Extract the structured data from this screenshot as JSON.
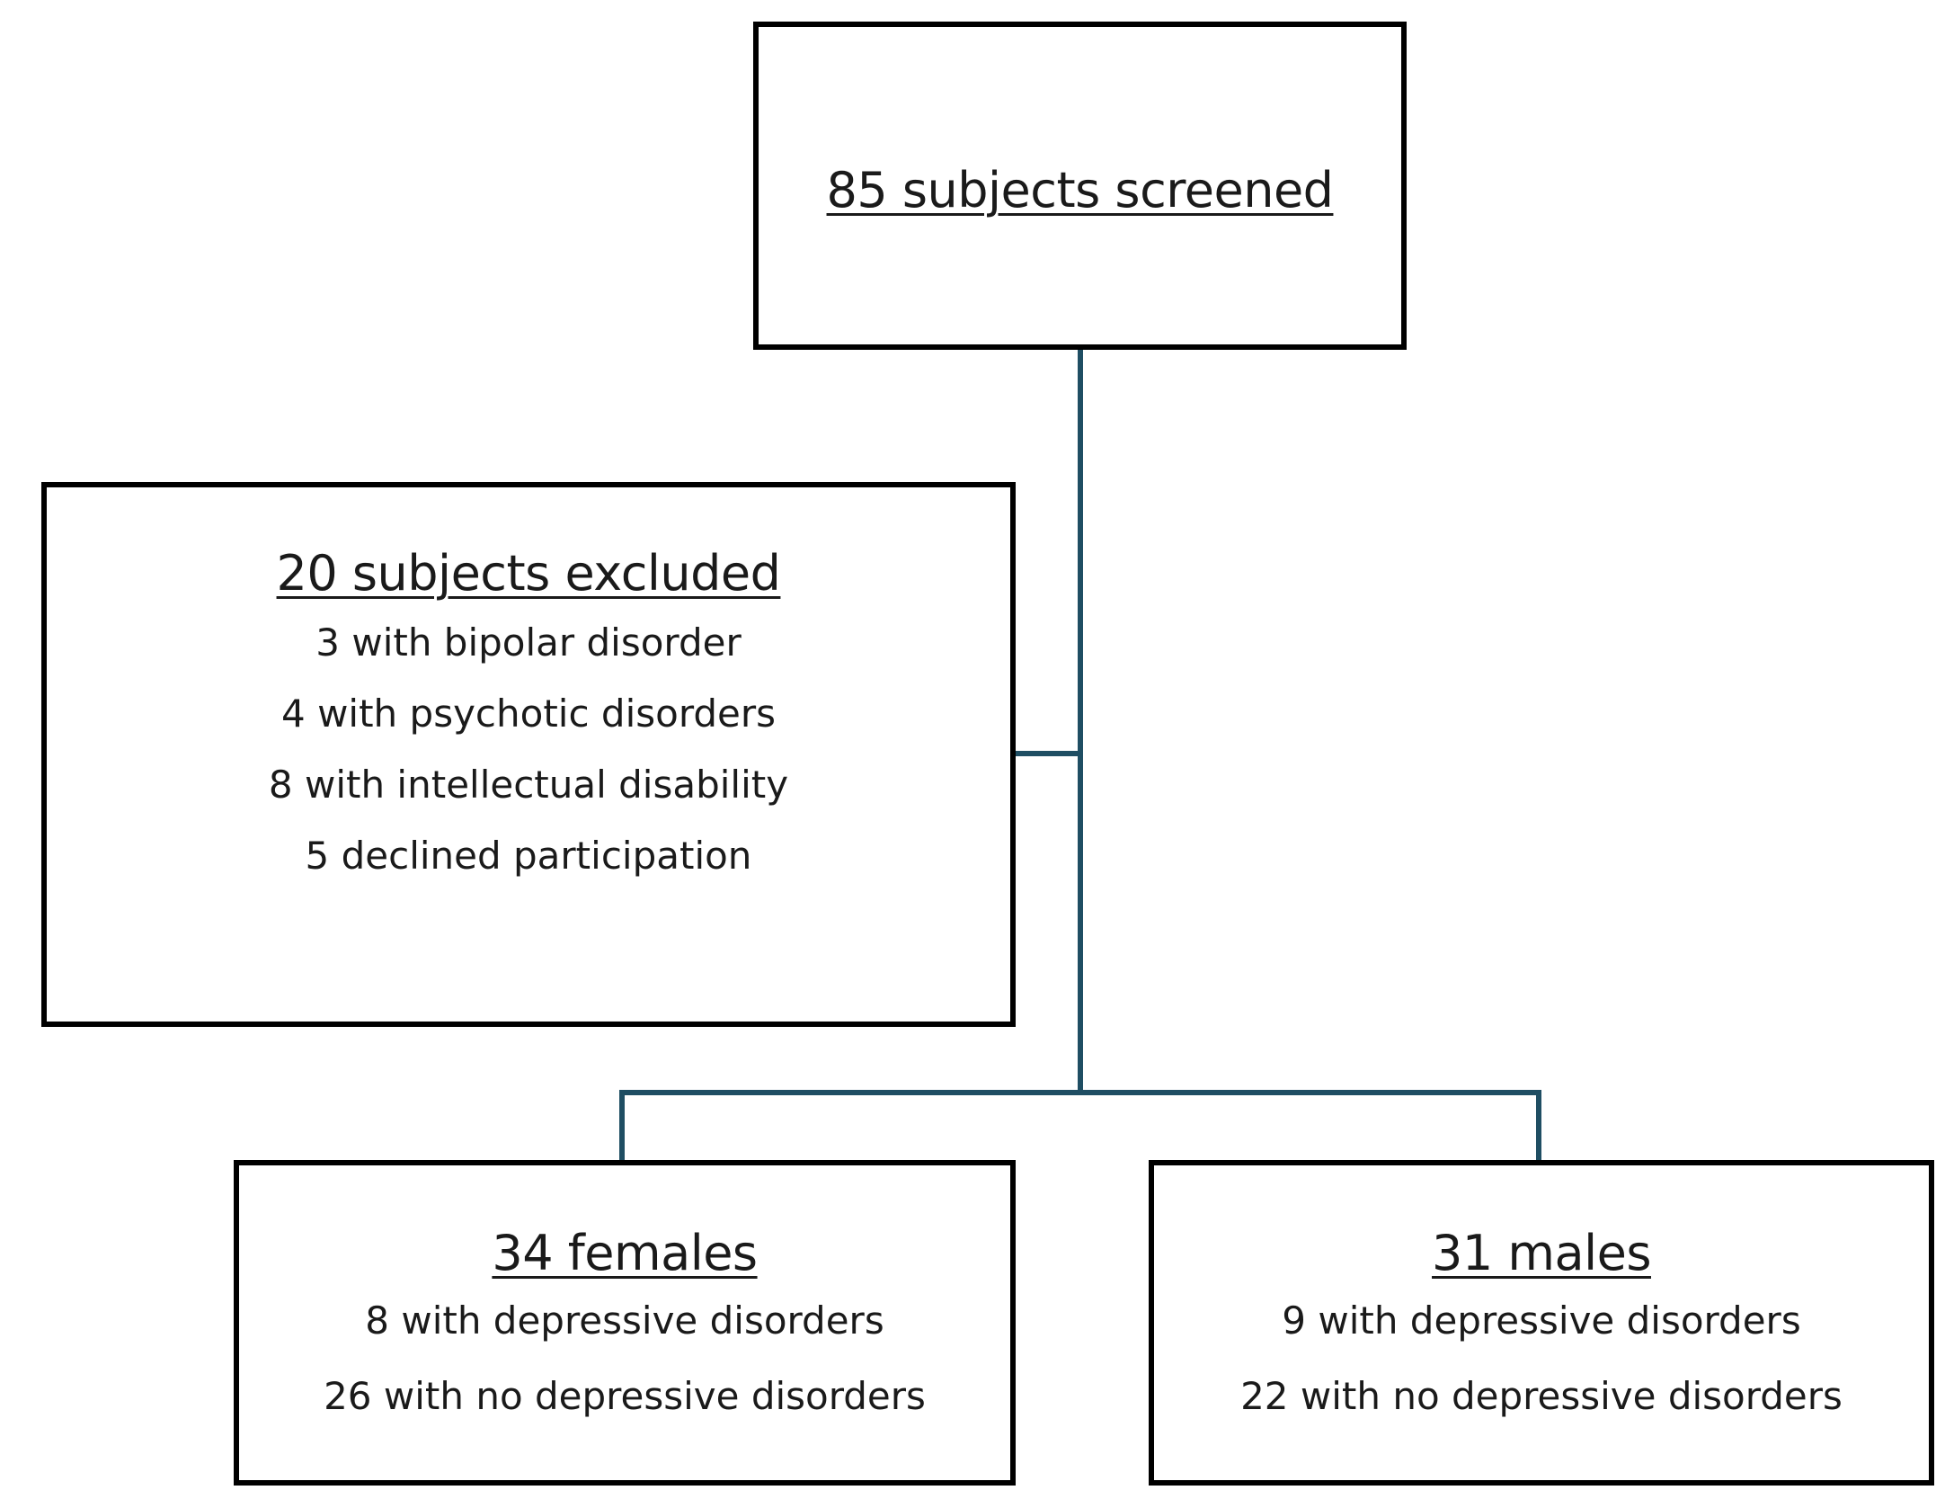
{
  "diagram": {
    "line_color": "#1f4e63",
    "box_border_color": "#000000",
    "screened": {
      "title": "85 subjects screened"
    },
    "excluded": {
      "title": "20 subjects excluded",
      "items": [
        "3 with bipolar disorder",
        "4 with psychotic disorders",
        "8 with intellectual disability",
        "5 declined participation"
      ]
    },
    "females": {
      "title": "34 females",
      "items": [
        "8 with depressive disorders",
        "26 with no depressive disorders"
      ]
    },
    "males": {
      "title": "31 males",
      "items": [
        "9 with depressive disorders",
        "22 with no depressive disorders"
      ]
    }
  }
}
